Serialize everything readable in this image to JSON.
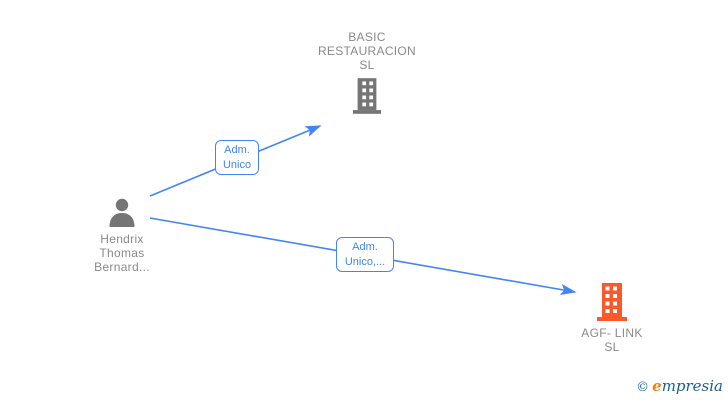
{
  "diagram": {
    "type": "corporate-relationship-graph",
    "background_color": "#ffffff",
    "edge_color": "#4285f4",
    "node_label_color": "#8a8a8a",
    "nodes": {
      "person": {
        "label": "Hendrix\nThomas\nBernard...",
        "entity_type": "person",
        "icon": "person-icon",
        "icon_color": "#757575"
      },
      "company_basic": {
        "label": "BASIC\nRESTAURACION\nSL",
        "entity_type": "company",
        "icon": "building-icon",
        "icon_color": "#757575"
      },
      "company_agf": {
        "label": "AGF- LINK\nSL",
        "entity_type": "company",
        "icon": "building-icon",
        "icon_color": "#fa5a2a"
      }
    },
    "edges": [
      {
        "from": "person",
        "to": "company_basic",
        "label": "Adm.\nUnico",
        "relationship": "Adm. Unico"
      },
      {
        "from": "person",
        "to": "company_agf",
        "label": "Adm.\nUnico,...",
        "relationship": "Adm. Unico,..."
      }
    ]
  },
  "watermark": {
    "copyright_symbol": "©",
    "brand_first_letter": "e",
    "brand_rest": "mpresia",
    "copyright_color": "#2b6ca3",
    "accent_color": "#ef8119",
    "text_color": "#1d5d8d"
  }
}
